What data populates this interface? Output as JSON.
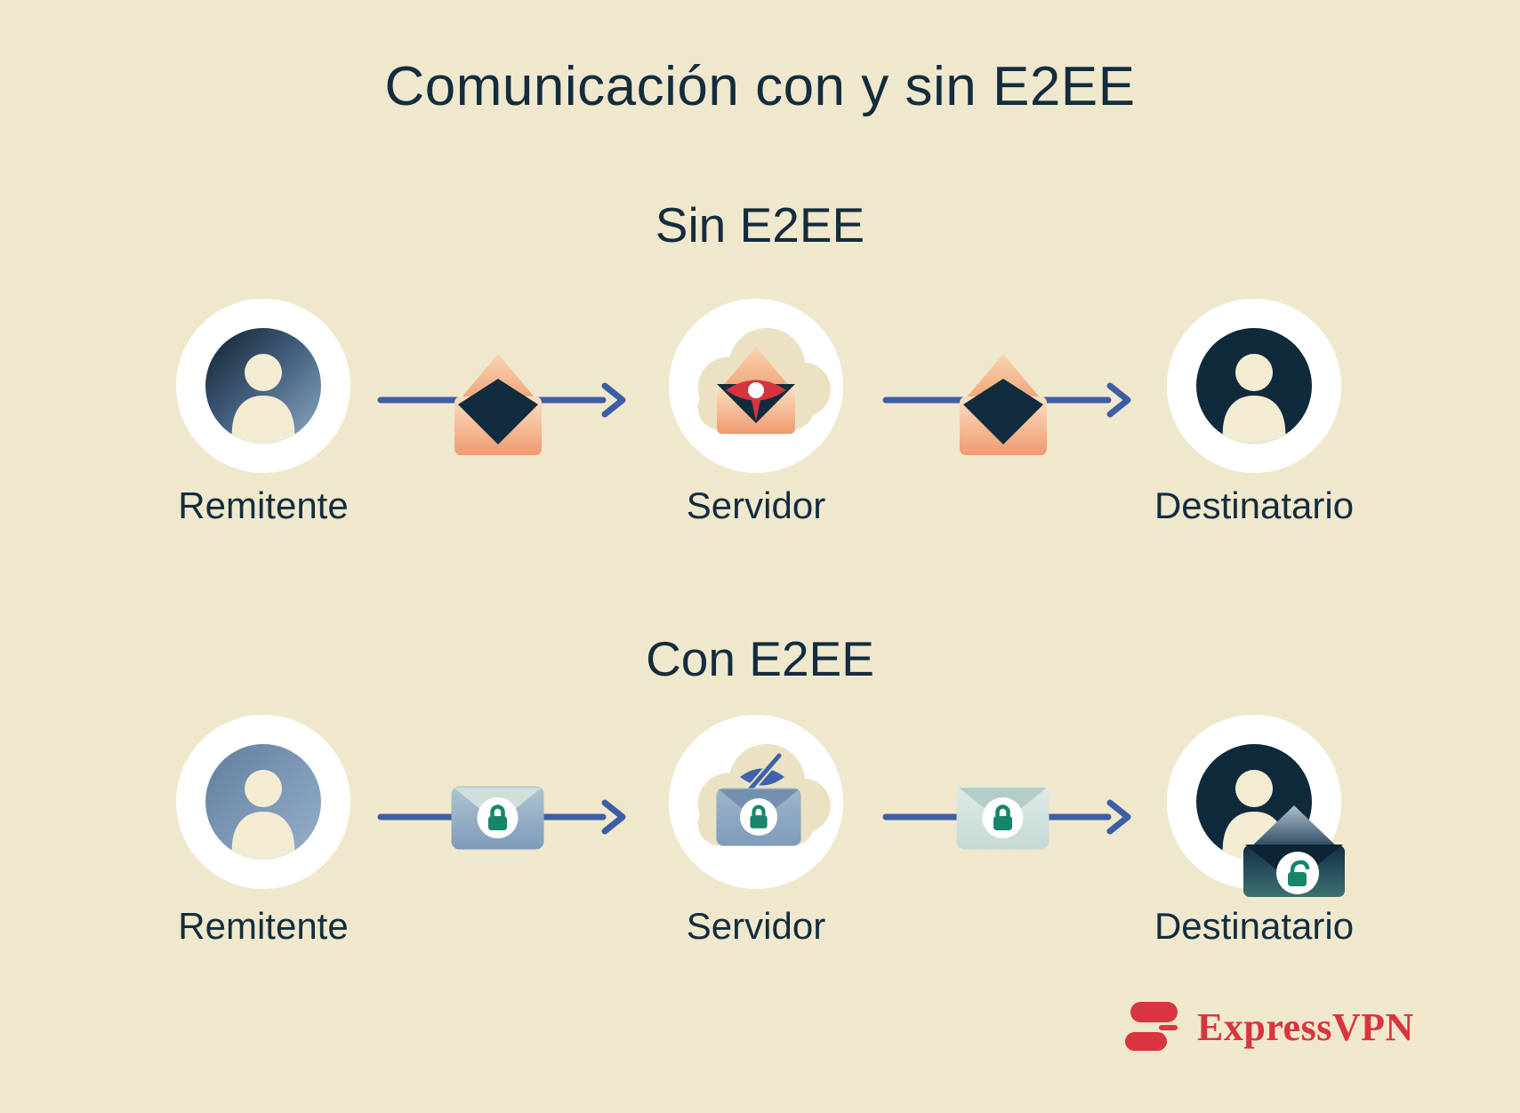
{
  "title": "Comunicación con y sin E2EE",
  "sections": [
    {
      "heading": "Sin E2EE",
      "nodes": [
        {
          "label": "Remitente"
        },
        {
          "label": "Servidor"
        },
        {
          "label": "Destinatario"
        }
      ]
    },
    {
      "heading": "Con E2EE",
      "nodes": [
        {
          "label": "Remitente"
        },
        {
          "label": "Servidor"
        },
        {
          "label": "Destinatario"
        }
      ]
    }
  ],
  "brand": {
    "wordmark": "ExpressVPN"
  },
  "icons": {
    "sender": "person-avatar-icon",
    "recipient": "person-avatar-icon",
    "server": "cloud-icon",
    "plain_message": "open-envelope-icon",
    "intercepted_message": "eye-envelope-icon",
    "encrypted_message": "locked-envelope-icon",
    "no_surveillance": "eye-slash-icon",
    "decrypted_message": "open-lock-envelope-icon",
    "flow": "arrow-right-icon",
    "brand_mark": "expressvpn-logomark-icon"
  },
  "colors": {
    "background": "#f0e8cd",
    "ink_navy": "#132c3e",
    "arrow_blue": "#3d5ea6",
    "envelope_peach": "#ef9a6f",
    "surveillance_red": "#d6343f",
    "lock_green": "#17856a",
    "steel_blue": "#7e9bba",
    "cloud_cream": "#ebe2c4",
    "brand_red": "#d8353f"
  }
}
